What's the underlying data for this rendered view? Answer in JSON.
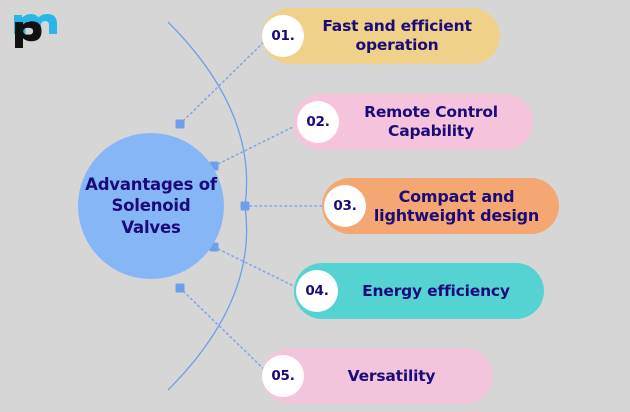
{
  "background_color": "#d6d6d6",
  "logo": {
    "name": "pm-monogram-logo",
    "mark_color": "#29b6e8",
    "secondary_color": "#111111"
  },
  "hub": {
    "label": "Advantages of Solenoid Valves",
    "fill_color": "#87b6f7",
    "text_color": "#1b0a78"
  },
  "connector": {
    "line_color": "#7fa8e8",
    "node_color": "#6f9fe8",
    "arc_color": "#6f9fe8",
    "style": "dotted"
  },
  "items": [
    {
      "number": "01.",
      "label": "Fast and efficient operation",
      "color": "#efd18a"
    },
    {
      "number": "02.",
      "label": "Remote Control Capability",
      "color": "#f5c3dc"
    },
    {
      "number": "03.",
      "label": "Compact and lightweight design",
      "color": "#f4a673"
    },
    {
      "number": "04.",
      "label": "Energy efficiency",
      "color": "#55d3d3"
    },
    {
      "number": "05.",
      "label": "Versatility",
      "color": "#f3c5dc"
    }
  ]
}
